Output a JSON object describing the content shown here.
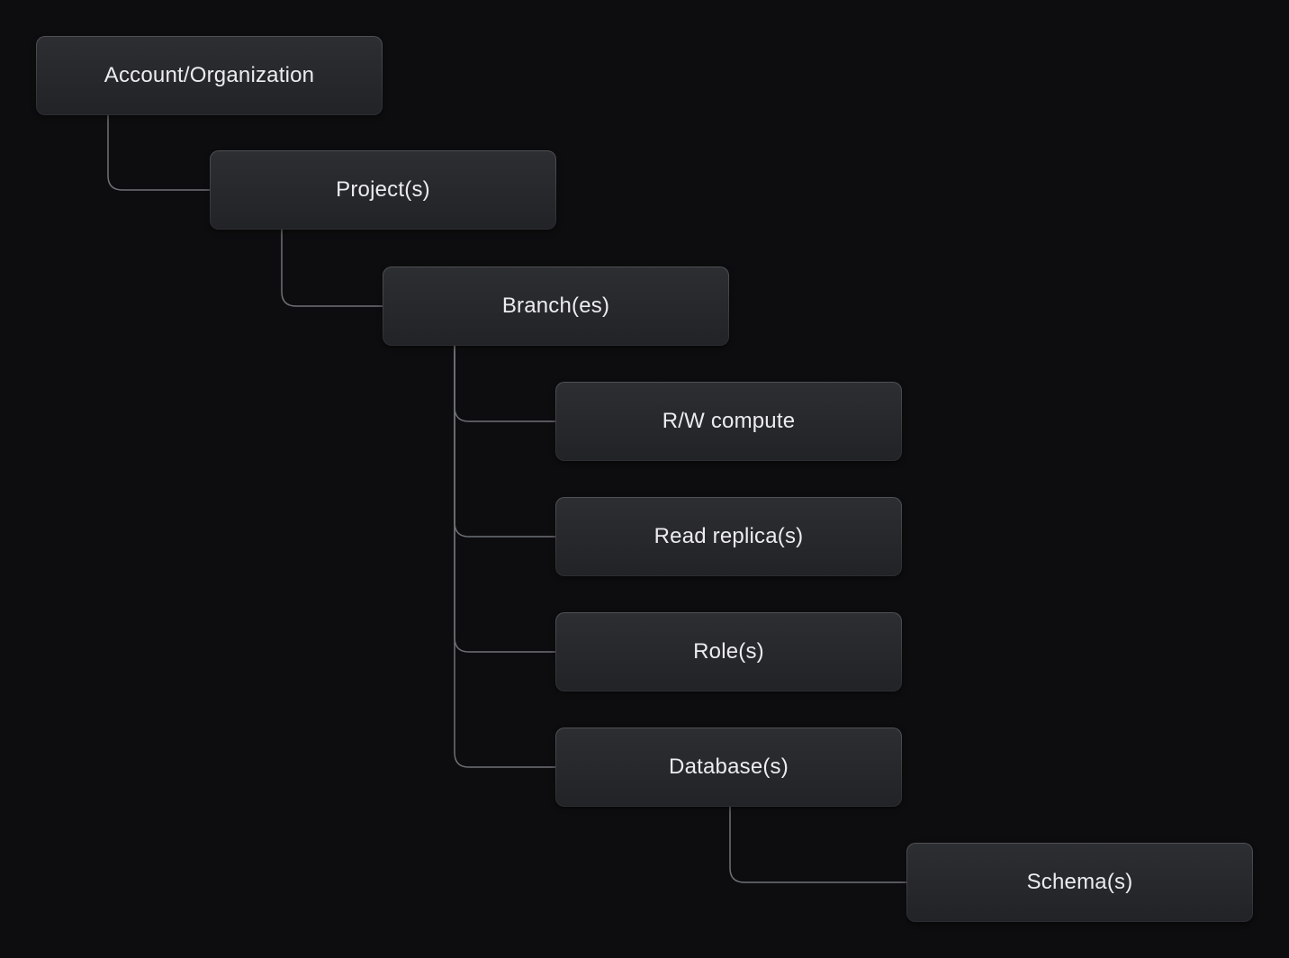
{
  "colors": {
    "background": "#0d0d0f",
    "node_fill_top": "#2c2e32",
    "node_fill_bottom": "#212327",
    "node_border_top": "#4e5156",
    "node_border_bottom": "#2b2d31",
    "connector": "#6e7176",
    "text": "#ececee"
  },
  "diagram": {
    "type": "tree",
    "nodes": [
      {
        "id": "account-organization",
        "label": "Account/Organization"
      },
      {
        "id": "projects",
        "label": "Project(s)"
      },
      {
        "id": "branches",
        "label": "Branch(es)"
      },
      {
        "id": "rw-compute",
        "label": "R/W compute"
      },
      {
        "id": "read-replicas",
        "label": "Read replica(s)"
      },
      {
        "id": "roles",
        "label": "Role(s)"
      },
      {
        "id": "databases",
        "label": "Database(s)"
      },
      {
        "id": "schemas",
        "label": "Schema(s)"
      }
    ],
    "edges": [
      {
        "from": "account-organization",
        "to": "projects"
      },
      {
        "from": "projects",
        "to": "branches"
      },
      {
        "from": "branches",
        "to": "rw-compute"
      },
      {
        "from": "branches",
        "to": "read-replicas"
      },
      {
        "from": "branches",
        "to": "roles"
      },
      {
        "from": "branches",
        "to": "databases"
      },
      {
        "from": "databases",
        "to": "schemas"
      }
    ]
  }
}
